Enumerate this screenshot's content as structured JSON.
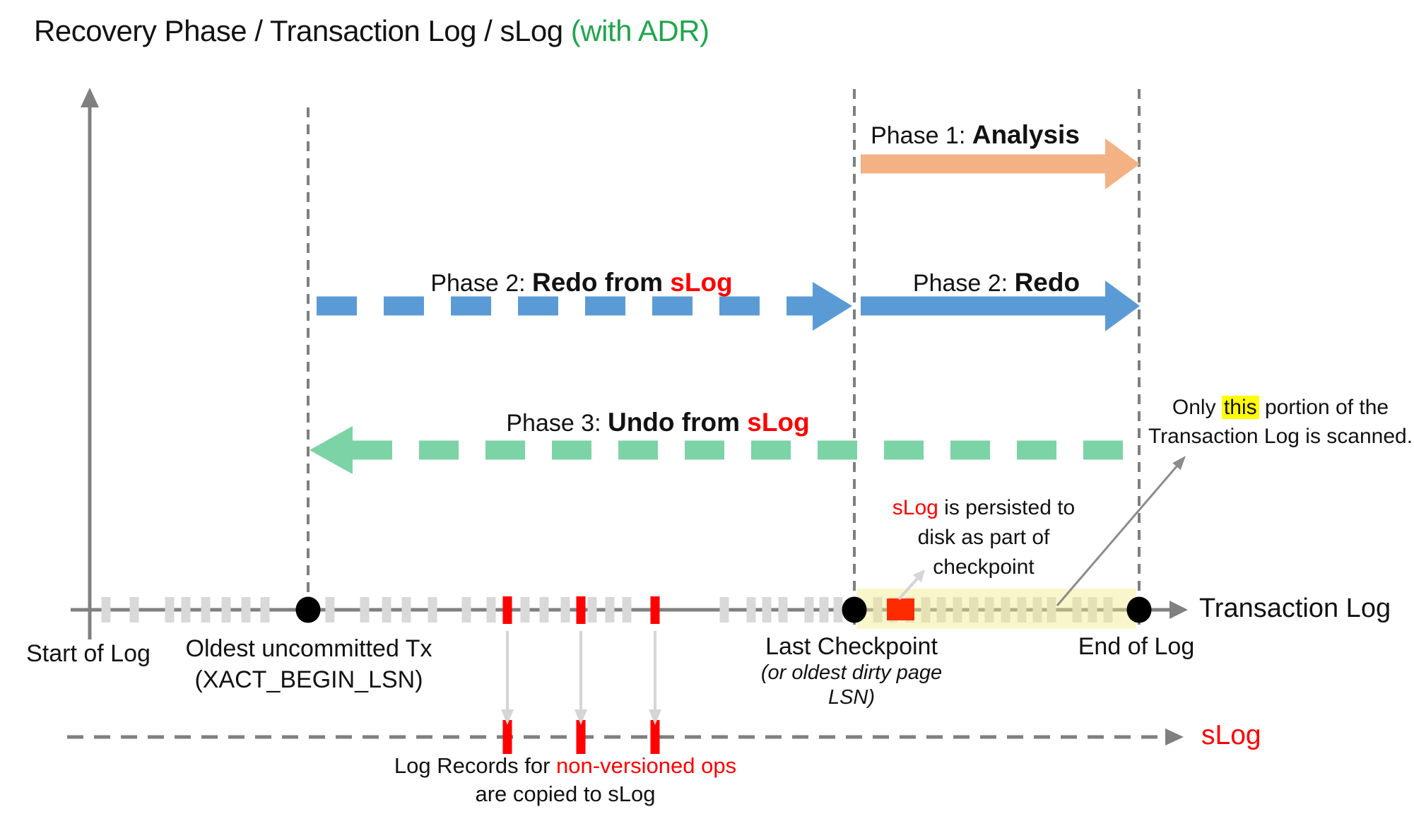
{
  "title": {
    "main": "Recovery Phase / Transaction Log / sLog ",
    "accent": "(with ADR)"
  },
  "phase1": {
    "prefix": "Phase 1: ",
    "name": "Analysis"
  },
  "phase2_slog": {
    "prefix": "Phase 2: ",
    "name": "Redo from ",
    "accent": "sLog"
  },
  "phase2": {
    "prefix": "Phase 2: ",
    "name": "Redo"
  },
  "phase3": {
    "prefix": "Phase 3: ",
    "name": "Undo from ",
    "accent": "sLog"
  },
  "scan_note": {
    "pre": "Only ",
    "highlight": "this",
    "post": " portion of the",
    "line2": "Transaction Log is scanned."
  },
  "persist_note": {
    "accent": "sLog",
    "rest": " is persisted to",
    "line2": "disk as part of",
    "line3": "checkpoint"
  },
  "copy_note": {
    "pre": "Log Records for ",
    "accent": "non-versioned ops",
    "line2": "are copied to sLog"
  },
  "axis": {
    "transaction_log": "Transaction Log",
    "slog": "sLog",
    "start_of_log": "Start of Log",
    "oldest_tx": "Oldest uncommitted Tx",
    "oldest_tx_sub": "(XACT_BEGIN_LSN)",
    "last_checkpoint": "Last Checkpoint",
    "last_checkpoint_sub1": "(or oldest dirty page",
    "last_checkpoint_sub2": "LSN)",
    "end_of_log": "End of Log"
  },
  "colors": {
    "accent_green": "#21A54D",
    "accent_red": "#FF0000",
    "arrow_orange": "#F4B183",
    "arrow_blue": "#5B9BD5",
    "arrow_green": "#7CD3A6",
    "axis_gray": "#808080",
    "tick_gray": "#D9D9D9",
    "band_yellow": "#F5EC8F",
    "highlight_yellow": "#FFFF00",
    "marker_red": "#FE2B00"
  }
}
